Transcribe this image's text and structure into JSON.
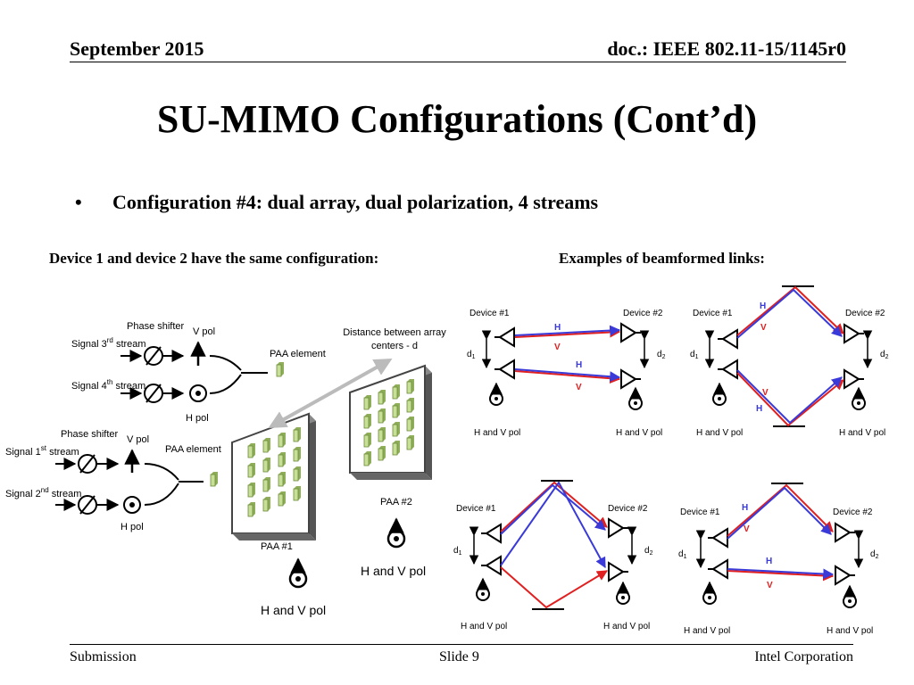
{
  "header": {
    "date": "September 2015",
    "doc": "doc.: IEEE 802.11-15/1145r0"
  },
  "title": "SU-MIMO Configurations (Cont’d)",
  "bullet": {
    "marker": "•",
    "text": "Configuration #4: dual array, dual polarization, 4 streams"
  },
  "subheadings": {
    "left": "Device 1 and device 2 have the same configuration:",
    "right": "Examples of beamformed links:"
  },
  "left_diagram": {
    "phase_shifter": "Phase shifter",
    "v_pol": "V pol",
    "h_pol": "H pol",
    "signal_word": "Signal",
    "stream_word": "stream",
    "signal_3": "3",
    "signal_3_sup": "rd",
    "signal_4": "4",
    "signal_4_sup": "th",
    "signal_1": "1",
    "signal_1_sup": "st",
    "signal_2": "2",
    "signal_2_sup": "nd",
    "paa_element": "PAA element",
    "distance_line1": "Distance between array",
    "distance_line2": "centers - d",
    "paa1": "PAA #1",
    "paa2": "PAA #2",
    "hv_pol": "H and V pol"
  },
  "link_panels": {
    "device1": "Device #1",
    "device2": "Device #2",
    "d1": "d",
    "d2": "d",
    "d1_sub": "1",
    "d2_sub": "2",
    "hv_pol": "H and V pol",
    "h": "H",
    "v": "V"
  },
  "colors": {
    "h_link": "#3a3ad8",
    "v_link": "#e02020",
    "paa_green": "#b8d48a",
    "arrow_gray": "#bbbbbb"
  },
  "footer": {
    "left": "Submission",
    "center": "Slide 9",
    "right": "Intel Corporation"
  }
}
